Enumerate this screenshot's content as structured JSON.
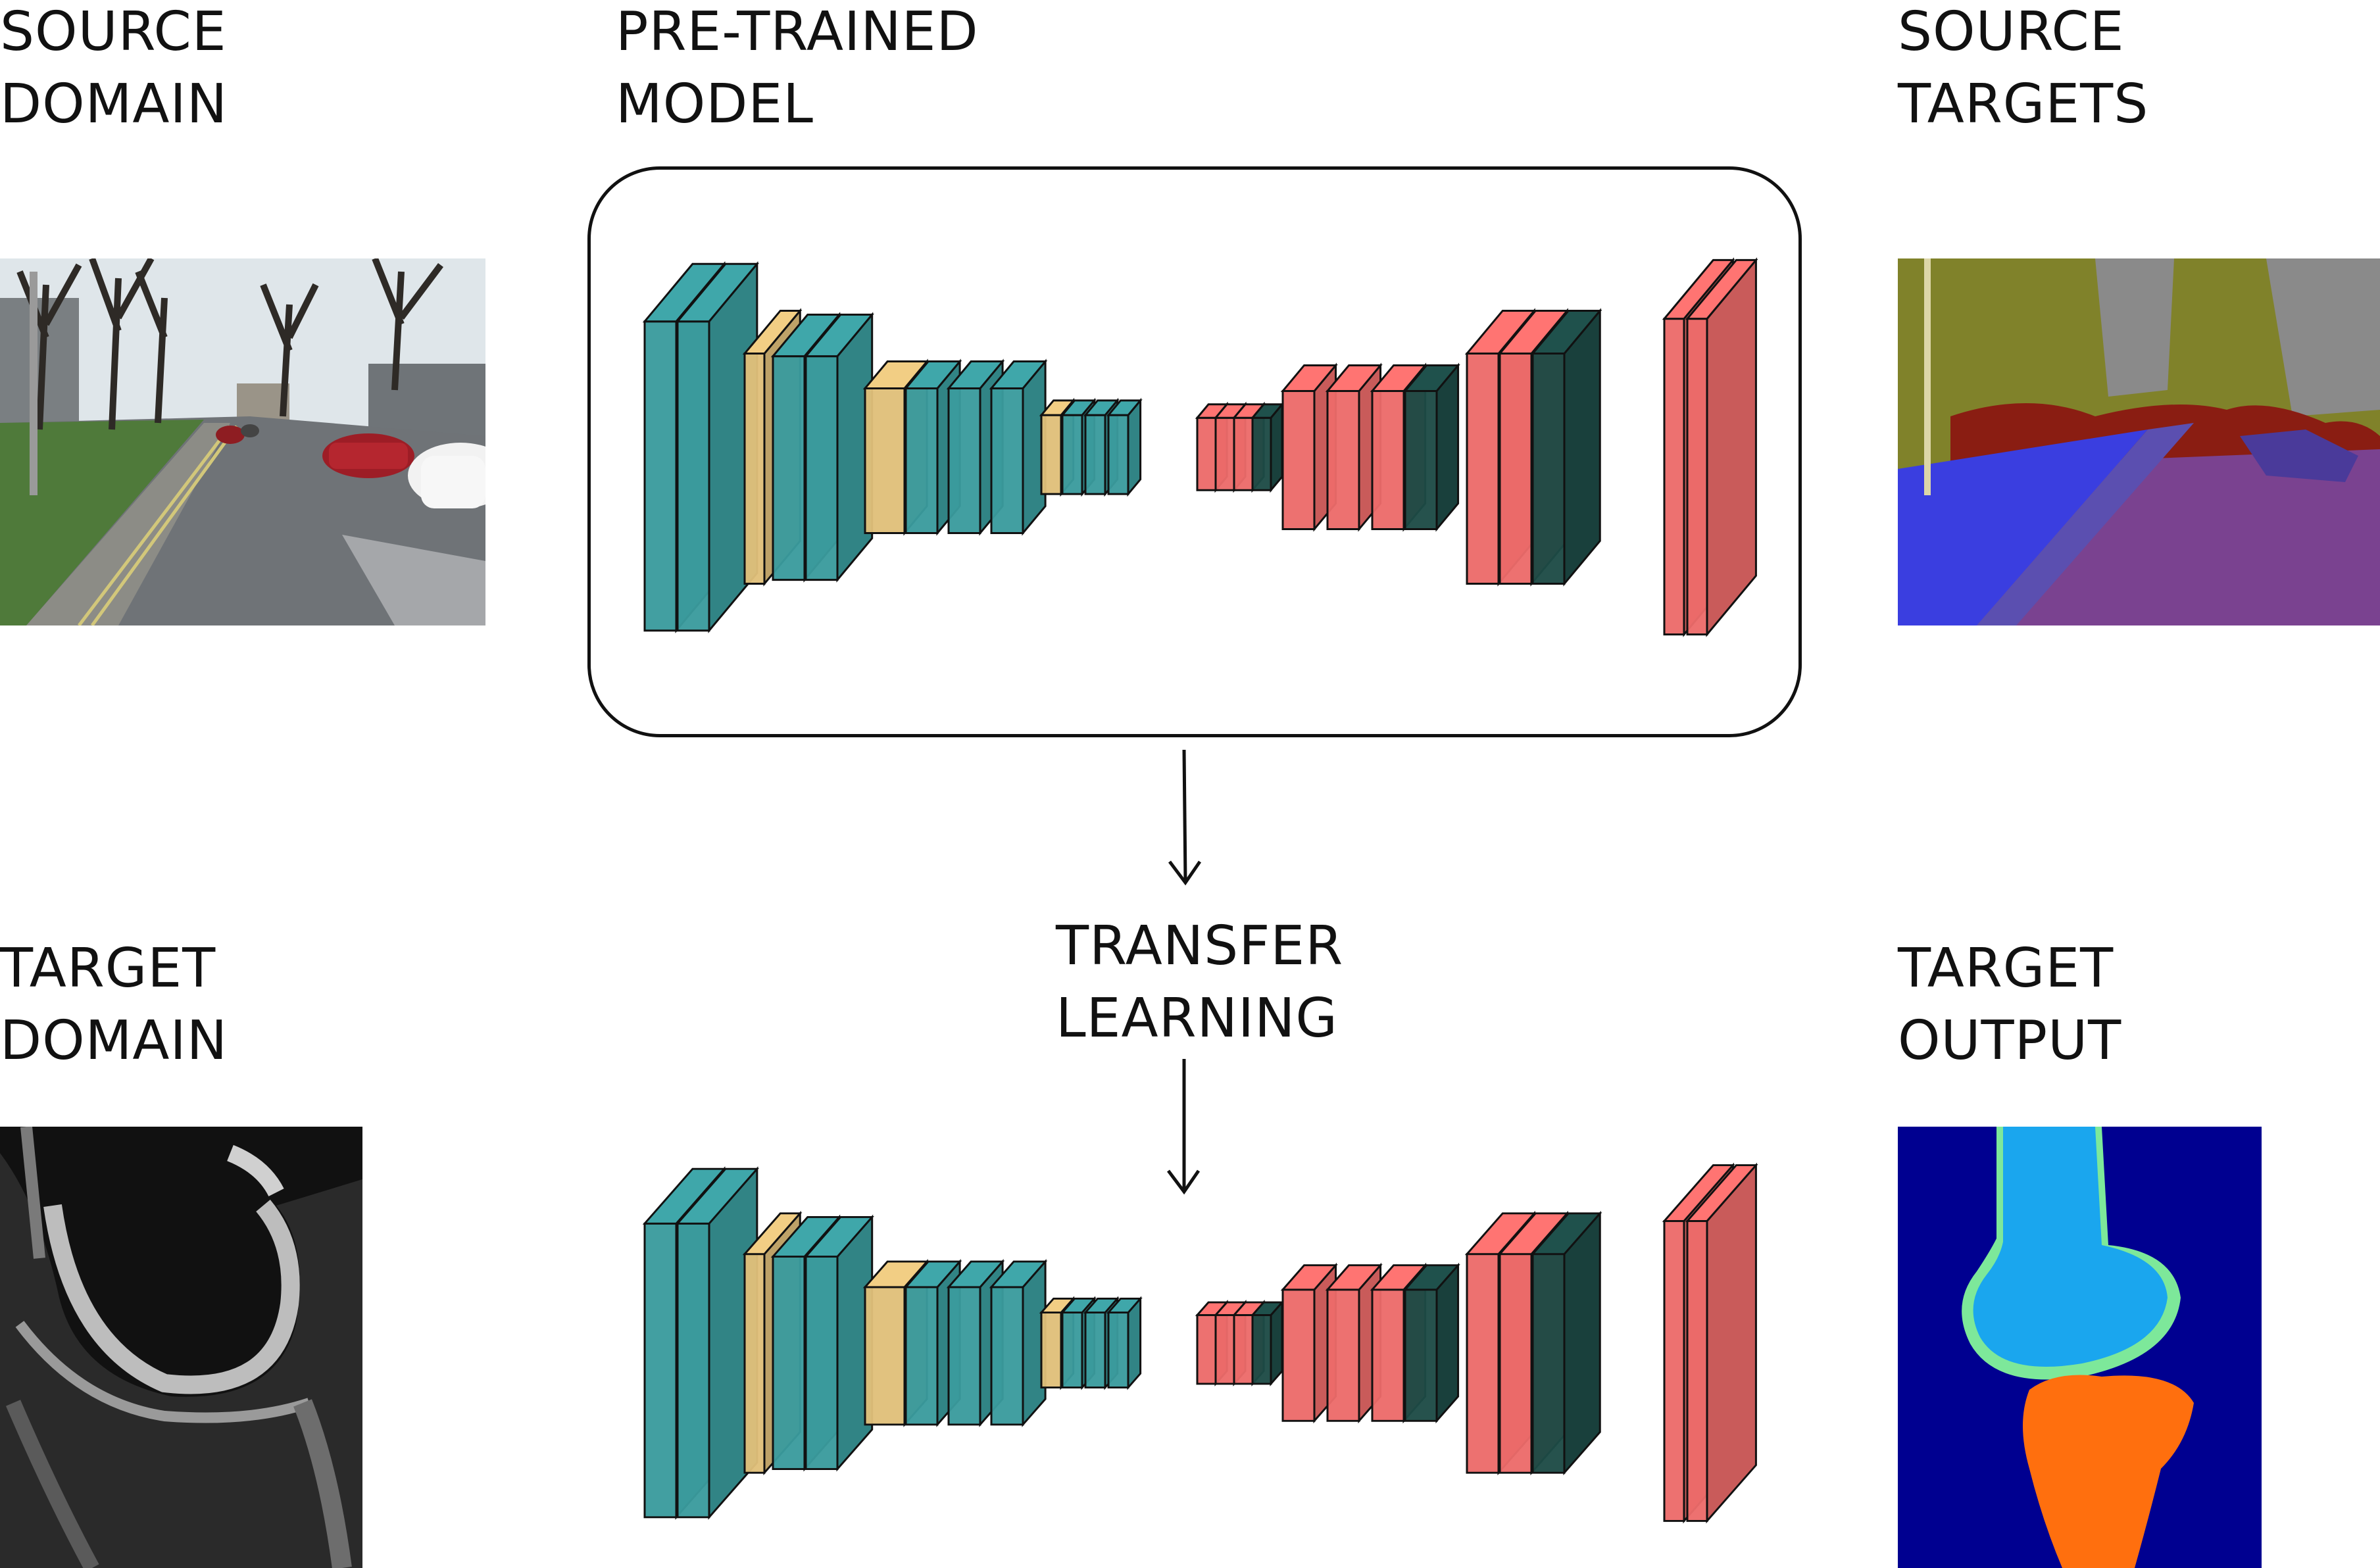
{
  "labels": {
    "source_domain": [
      "SOURCE",
      "DOMAIN"
    ],
    "pretrained_model": [
      "PRE-TRAINED",
      "MODEL"
    ],
    "source_targets": [
      "SOURCE",
      "TARGETS"
    ],
    "target_domain": [
      "TARGET",
      "DOMAIN"
    ],
    "transfer_learning": [
      "TRANSFER",
      "LEARNING"
    ],
    "target_output": [
      "TARGET",
      "OUTPUT"
    ]
  },
  "colors": {
    "encoder_teal": "#3a9b9d",
    "pool_yellow": "#e0bf7a",
    "decoder_red": "#ec6b6a",
    "decoder_dark": "#1d4b46",
    "mri_background": "#000090",
    "bone_upper": "#1aa6ee",
    "bone_lower": "#ff6f0e",
    "cartilage": "#7de89a"
  }
}
